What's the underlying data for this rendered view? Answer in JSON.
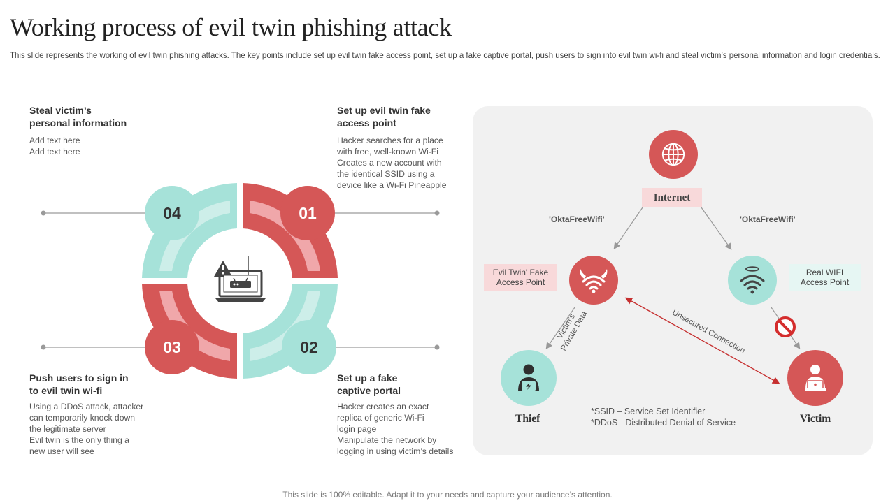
{
  "header": {
    "title": "Working process of evil twin phishing attack",
    "subtitle": "This slide represents the working of evil twin phishing attacks. The key points include set up evil twin fake access point, set up a fake captive portal, push users to sign into evil twin wi-fi and steal victim’s personal information and login credentials."
  },
  "steps": {
    "s01": {
      "num": "01",
      "title": [
        "Set up evil twin fake",
        "access point"
      ],
      "body": [
        "Hacker searches for a place",
        "with free, well-known  Wi-Fi",
        "Creates a new account with",
        "the identical SSID using a",
        "device  like a Wi-Fi Pineapple"
      ]
    },
    "s02": {
      "num": "02",
      "title": [
        "Set up a fake",
        "captive portal"
      ],
      "body": [
        "Hacker creates an exact",
        "replica of generic  Wi-Fi",
        "login page",
        "Manipulate the network  by",
        "logging in using victim’s details"
      ]
    },
    "s03": {
      "num": "03",
      "title": [
        "Push users to sign in",
        "to evil twin wi-fi"
      ],
      "body": [
        "Using  a DDoS attack, attacker",
        "can temporarily knock down",
        "the legitimate server",
        "Evil twin is the only thing a",
        "new user will see"
      ]
    },
    "s04": {
      "num": "04",
      "title": [
        "Steal victim’s",
        "personal information"
      ],
      "body": [
        "Add text here",
        "Add text here"
      ]
    }
  },
  "network": {
    "internet_label": "Internet",
    "ssid_left": "'OktaFreeWifi'",
    "ssid_right": "'OktaFreeWifi'",
    "evil_twin_label": [
      "Evil Twin' Fake",
      "Access Point"
    ],
    "real_wifi_label": [
      "Real WIFI",
      "Access Point"
    ],
    "private_data_label": [
      "Victim’s",
      "Private Data"
    ],
    "unsecured_label": "Unsecured Connection",
    "thief_label": "Thief",
    "victim_label": "Victim",
    "notes": [
      "*SSID – Service  Set Identifier",
      "*DDoS - Distributed Denial of Service"
    ]
  },
  "footer": {
    "text": "This slide is 100% editable. Adapt it to your needs and capture your audience’s attention."
  },
  "colors": {
    "red": "#d55757",
    "light_red": "#f0a7aa",
    "teal": "#a6e2d9",
    "light_teal": "#cdeee9",
    "panel": "#f1f1f1",
    "pink_label": "#f8d9da",
    "mint_label": "#e6f6f3"
  },
  "icons": [
    "phishing-router-icon",
    "globe-icon",
    "devil-wifi-icon",
    "angel-wifi-icon",
    "no-entry-icon",
    "hacker-icon",
    "user-laptop-icon"
  ]
}
